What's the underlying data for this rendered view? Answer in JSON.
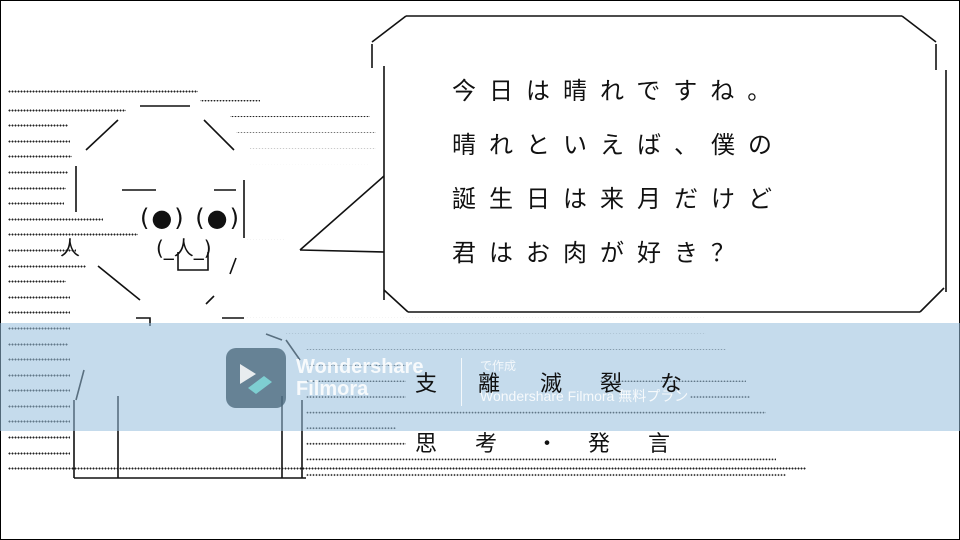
{
  "speech_bubble": {
    "lines": [
      "今日は晴れですね。",
      "晴れといえば、僕の",
      "誕生日は来月だけど",
      "君はお肉が好き？"
    ]
  },
  "caption": {
    "row1": [
      "支",
      "離",
      "滅",
      "裂",
      "な"
    ],
    "row2": [
      "思",
      "考",
      "・",
      "発",
      "言"
    ]
  },
  "watermark": {
    "brand_line1": "Wondershare",
    "brand_line2": "Filmora",
    "small_top": "で作成",
    "subtitle": "Wondershare Filmora 無料プラン"
  },
  "ascii_art": {
    "face_eyes": "(●) (●)",
    "face_mouth": "(_人_)",
    "left_side": "人"
  }
}
